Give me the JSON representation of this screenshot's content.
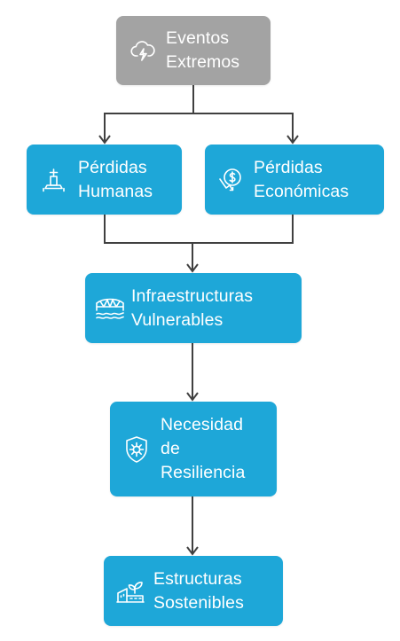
{
  "colors": {
    "root_fill": "#a3a3a3",
    "node_fill": "#1ea7d8",
    "text": "#ffffff",
    "connector": "#404040"
  },
  "nodes": {
    "eventos": {
      "line1": "Eventos",
      "line2": "Extremos",
      "icon": "cloud-lightning-icon"
    },
    "perdidas_humanas": {
      "line1": "Pérdidas",
      "line2": "Humanas",
      "icon": "gravestone-icon"
    },
    "perdidas_economicas": {
      "line1": "Pérdidas",
      "line2": "Económicas",
      "icon": "money-down-icon"
    },
    "infraestructuras": {
      "line1": "Infraestructuras",
      "line2": "Vulnerables",
      "icon": "bridge-water-icon"
    },
    "resiliencia": {
      "line1": "Necesidad",
      "line2": "de",
      "line3": "Resiliencia",
      "icon": "shield-virus-icon"
    },
    "sostenibles": {
      "line1": "Estructuras",
      "line2": "Sostenibles",
      "icon": "eco-building-icon"
    }
  }
}
